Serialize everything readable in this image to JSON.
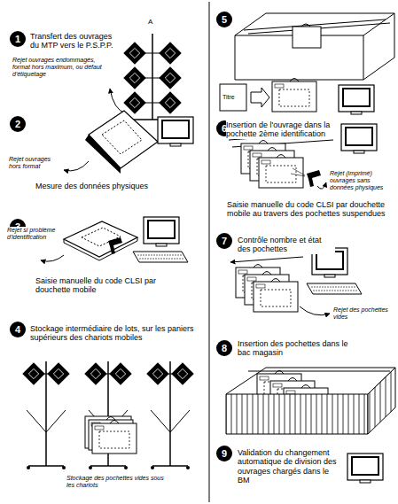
{
  "diagram": {
    "nodes": [
      {
        "text": [
          "1"
        ]
      },
      {
        "text": [
          "2"
        ]
      },
      {
        "text": [
          "3"
        ]
      },
      {
        "text": [
          "4"
        ]
      },
      {
        "text": [
          "5"
        ]
      },
      {
        "text": [
          "6"
        ]
      },
      {
        "text": [
          "7"
        ]
      },
      {
        "text": [
          "8"
        ]
      },
      {
        "text": [
          "9"
        ]
      }
    ],
    "labels": [
      "Transfert des ouvrages du MTP vers le P.S.P.P.",
      "A",
      "Rejet ouvrages endommagés, format hors maximum, ou défaut d'étiquetage",
      "Rejet ouvrages hors format",
      "Mesure des données physiques",
      "Rejet si problème d'identification",
      "Saisie manuelle du code CLSI par douchette mobile",
      "Stockage intermédiaire de lots, sur les paniers supérieurs des chariots mobiles",
      "Stockage des pochettes vides sous les chariots",
      "Titre",
      "Insertion de l'ouvrage dans la pochette 2ème identification",
      "Rejet (imprimé) ouvrages sans données physiques",
      "Saisie manuelle du code CLSI par douchette mobile au travers des pochettes suspendues",
      "Contrôle nombre et état des pochettes",
      "Rejet des pochettes vides",
      "Insertion des pochettes dans le bac magasin",
      "Validation du changement automatique de division des ouvrages chargés dans le BM"
    ]
  }
}
